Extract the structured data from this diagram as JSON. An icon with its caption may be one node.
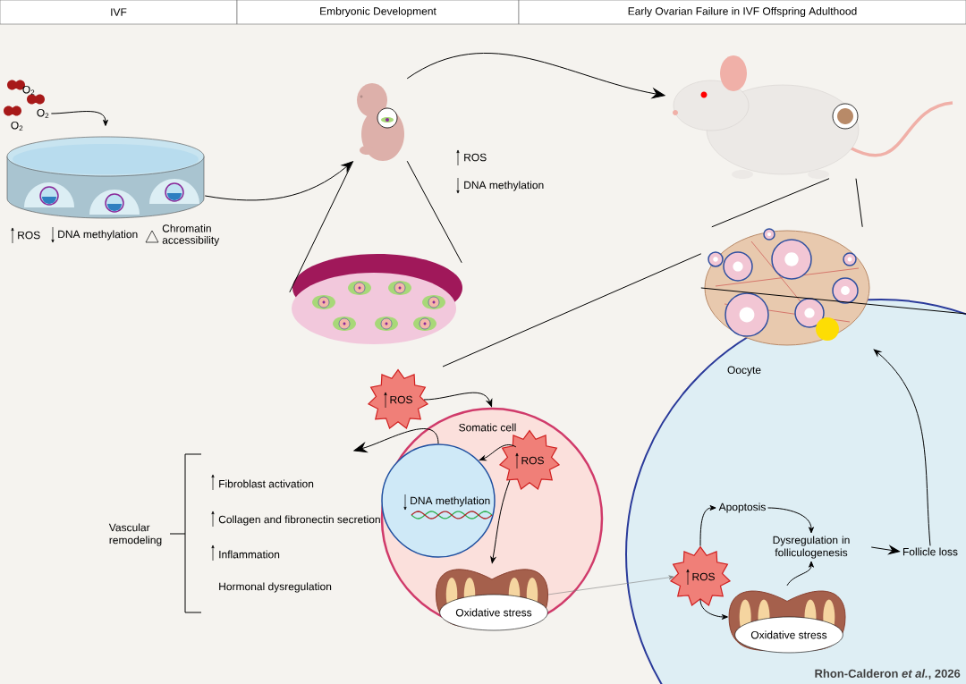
{
  "diagram": {
    "nodes": [
      {
        "text": [
          "O$_{2}$"
        ]
      },
      {
        "text": [],
        "shape": "picture",
        "beside": [
          "ROS",
          "DNA methylation",
          "Chromatin accessibility"
        ]
      },
      {
        "text": [],
        "shape": "picture"
      },
      {
        "text": [],
        "shape": "picture"
      },
      {
        "text": [],
        "shape": "picture"
      },
      {
        "text": [],
        "shape": "picture"
      },
      {
        "text": [
          "Oocyte"
        ]
      },
      {
        "text": [
          "ROS"
        ]
      },
      {
        "text": [
          "Somatic cell"
        ]
      },
      {
        "text": [
          "DNA methylation"
        ],
        "in": 8
      },
      {
        "text": [
          "ROS"
        ],
        "in": 8
      },
      {
        "text": [
          "Oxidative stress"
        ],
        "in": 8
      },
      {
        "text": [
          "Vascular remodeling",
          "Fibroblast activation",
          "Collagen and fibronectin secretion",
          "Inflammation",
          "Hormonal dysregulation"
        ]
      },
      {
        "text": [
          "ROS"
        ],
        "in": 6
      },
      {
        "text": [
          "Apoptosis"
        ],
        "in": 6
      },
      {
        "text": [
          "Dysregulation in folliculogenesis"
        ],
        "in": 6
      },
      {
        "text": [
          "Follicle loss"
        ],
        "in": 6
      },
      {
        "text": [
          "Oxidative stress"
        ],
        "in": 6
      }
    ],
    "edges": [
      {
        "from": 0,
        "to": 1,
        "arrow": "to"
      },
      {
        "from": 1,
        "to": 2,
        "arrow": "to"
      },
      {
        "from": 2,
        "to": 3,
        "arrow": "to"
      },
      {
        "from": 2,
        "to": 4,
        "arrow": "none"
      },
      {
        "from": 2,
        "to": 4,
        "arrow": "none"
      },
      {
        "from": 3,
        "to": 5,
        "arrow": "none"
      },
      {
        "from": 3,
        "to": 5,
        "arrow": "none"
      },
      {
        "from": 5,
        "to": null,
        "arrow": "none"
      },
      {
        "from": 5,
        "to": 6,
        "arrow": "none"
      },
      {
        "from": 7,
        "to": 8,
        "arrow": "to"
      },
      {
        "from": 10,
        "to": 9,
        "arrow": "to"
      },
      {
        "from": 10,
        "to": 11,
        "arrow": "to"
      },
      {
        "from": 9,
        "to": 12,
        "arrow": "to"
      },
      {
        "from": 11,
        "to": 13,
        "arrow": "to",
        "color": "#7f7f7f"
      },
      {
        "from": 13,
        "to": 14,
        "arrow": "to"
      },
      {
        "from": 13,
        "to": 17,
        "arrow": "to"
      },
      {
        "from": 14,
        "to": 15,
        "arrow": "to"
      },
      {
        "from": 17,
        "to": 15,
        "arrow": "to"
      },
      {
        "from": 15,
        "to": 16,
        "arrow": "to"
      },
      {
        "from": 16,
        "to": 5,
        "arrow": "to"
      }
    ],
    "labels": [
      "IVF",
      "Embryonic Development",
      "Early Ovarian Failure in IVF Offspring Adulthood",
      "O$_{2}$",
      "O$_{2}$",
      "ROS",
      "DNA methylation",
      "Rhon-Calderon *et al.*, 2026"
    ]
  }
}
